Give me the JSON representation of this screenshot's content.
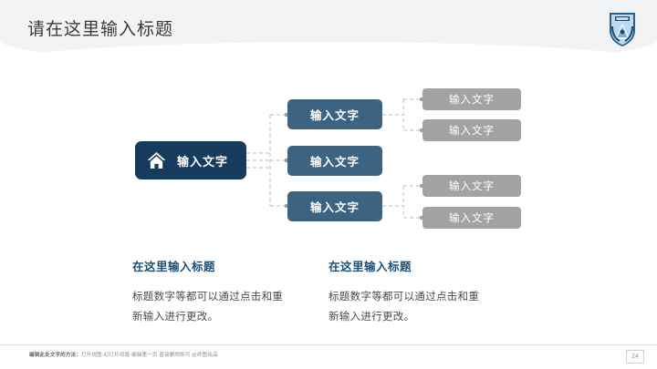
{
  "slide": {
    "title": "请在这里输入标题",
    "logo_icon": "shield-crest-logo",
    "page_number": "24",
    "footer_note_label": "编辑此处文字的方法：",
    "footer_note_rest": "打开视图-幻灯片母版-编辑第一页 直接删除即可 @终图出品"
  },
  "colors": {
    "header_band": "#f2f3f5",
    "title_text": "#3b3b3b",
    "root_node": "#173b5c",
    "mid_node": "#3d6383",
    "leaf_node": "#a3a3a3",
    "connector": "#bdbdbd",
    "caption_heading": "#1d5076",
    "caption_body": "#4a4a4a"
  },
  "diagram": {
    "root": {
      "label": "输入文字",
      "icon": "home-icon"
    },
    "mid_nodes": [
      {
        "label": "输入文字"
      },
      {
        "label": "输入文字"
      },
      {
        "label": "输入文字"
      }
    ],
    "leaf_nodes": [
      {
        "label": "输入文字"
      },
      {
        "label": "输入文字"
      },
      {
        "label": "输入文字"
      },
      {
        "label": "输入文字"
      }
    ]
  },
  "captions": [
    {
      "heading": "在这里输入标题",
      "line1": "标题数字等都可以通过点击和重",
      "line2": "新输入进行更改。"
    },
    {
      "heading": "在这里输入标题",
      "line1": "标题数字等都可以通过点击和重",
      "line2": "新输入进行更改。"
    }
  ]
}
